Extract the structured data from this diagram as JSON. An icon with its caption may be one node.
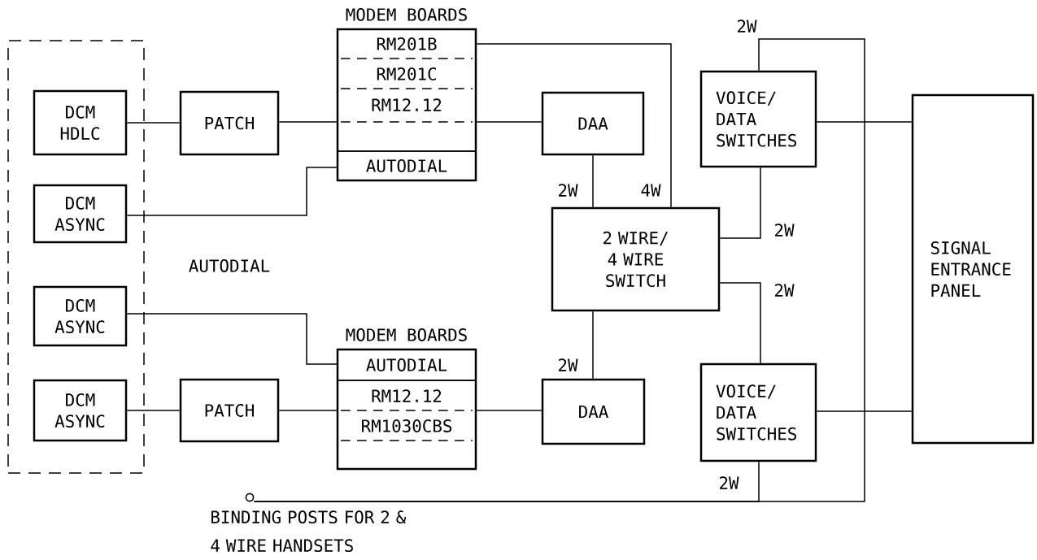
{
  "diagram": {
    "nodes": [
      {
        "text": [],
        "shape": "box"
      },
      {
        "text": [
          "DCM HDLC"
        ],
        "in": 0
      },
      {
        "text": [
          "DCM ASYNC"
        ],
        "in": 0
      },
      {
        "text": [
          "DCM ASYNC"
        ],
        "in": 0
      },
      {
        "text": [
          "DCM ASYNC"
        ],
        "in": 0
      },
      {
        "text": [
          "PATCH"
        ]
      },
      {
        "text": [
          "MODEM BOARDS",
          "RM201B",
          "RM201C",
          "RM12.12"
        ]
      },
      {
        "text": [
          "AUTODIAL"
        ],
        "in": 6
      },
      {
        "text": [
          "DAA"
        ]
      },
      {
        "text": [
          "2 WIRE/ 4 WIRE SWITCH"
        ]
      },
      {
        "text": [
          "VOICE/ DATA SWITCHES"
        ]
      },
      {
        "text": [
          "SIGNAL ENTRANCE PANEL"
        ]
      },
      {
        "text": [
          "MODEM BOARDS",
          "RM12.12",
          "RM1030CBS"
        ]
      },
      {
        "text": [
          "AUTODIAL"
        ],
        "in": 12
      },
      {
        "text": [
          "PATCH"
        ]
      },
      {
        "text": [
          "DAA"
        ]
      },
      {
        "text": [
          "VOICE/ DATA SWITCHES"
        ]
      },
      {
        "text": [],
        "shape": "circle",
        "beside": [
          "BINDING POSTS FOR 2 & 4 WIRE HANDSETS"
        ]
      }
    ],
    "edges": [
      {
        "from": 1,
        "to": 5,
        "arrow": "none"
      },
      {
        "from": 5,
        "to": 6,
        "arrow": "none"
      },
      {
        "from": 6,
        "to": 8,
        "arrow": "none"
      },
      {
        "from": 2,
        "to": 7,
        "arrow": "none"
      },
      {
        "from": 6,
        "to": 9,
        "arrow": "none",
        "label": "4W"
      },
      {
        "from": 8,
        "to": 9,
        "arrow": "none",
        "label": "2W"
      },
      {
        "from": 9,
        "to": 10,
        "arrow": "none",
        "label": "2W"
      },
      {
        "from": 10,
        "to": 11,
        "arrow": "none"
      },
      {
        "from": 10,
        "to": 17,
        "arrow": "none",
        "label": "2W"
      },
      {
        "from": 3,
        "to": 13,
        "arrow": "none"
      },
      {
        "from": 4,
        "to": 14,
        "arrow": "none"
      },
      {
        "from": 14,
        "to": 12,
        "arrow": "none"
      },
      {
        "from": 12,
        "to": 15,
        "arrow": "none"
      },
      {
        "from": 9,
        "to": 15,
        "arrow": "none",
        "label": "2W"
      },
      {
        "from": 9,
        "to": 16,
        "arrow": "none",
        "label": "2W"
      },
      {
        "from": 16,
        "to": 11,
        "arrow": "none"
      },
      {
        "from": 16,
        "to": 17,
        "arrow": "none",
        "label": "2W"
      }
    ],
    "labels": [
      "AUTODIAL"
    ]
  }
}
